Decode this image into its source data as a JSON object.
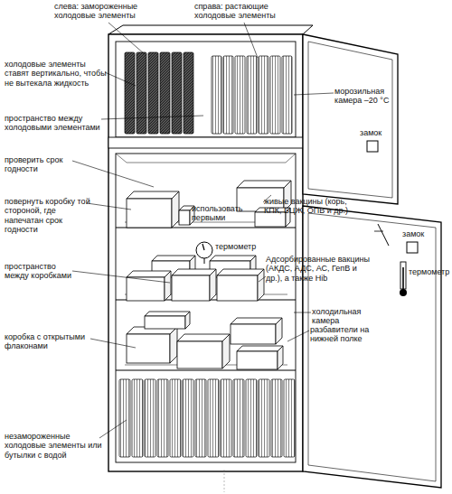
{
  "diagram": {
    "labels": [
      "слева: замороженные холодовые элементы",
      "справа: растающие холодовые элементы",
      "холодовые элементы ставят вертикально, чтобы не вытекала жидкость",
      "морозильная камера –20 °С",
      "пространство между холодовыми элементами",
      "замок",
      "проверить срок годности",
      "повернуть коробку той стороной, где напечатан срок годности",
      "живые вакцины (корь, КПК, БЦЖ, ОПВ и др.)",
      "использовать первыми",
      "замок",
      "термометр",
      "пространство между коробками",
      "Адсорбированные вакцины (АКДС, АДС, АС, ГепВ и др.), а также Hib",
      "термометр",
      "коробка с открытыми флаконами",
      "холодильная камера",
      "разбавители на нижней полке",
      "незамороженные холодовые элементы или бутылки с водой"
    ]
  }
}
